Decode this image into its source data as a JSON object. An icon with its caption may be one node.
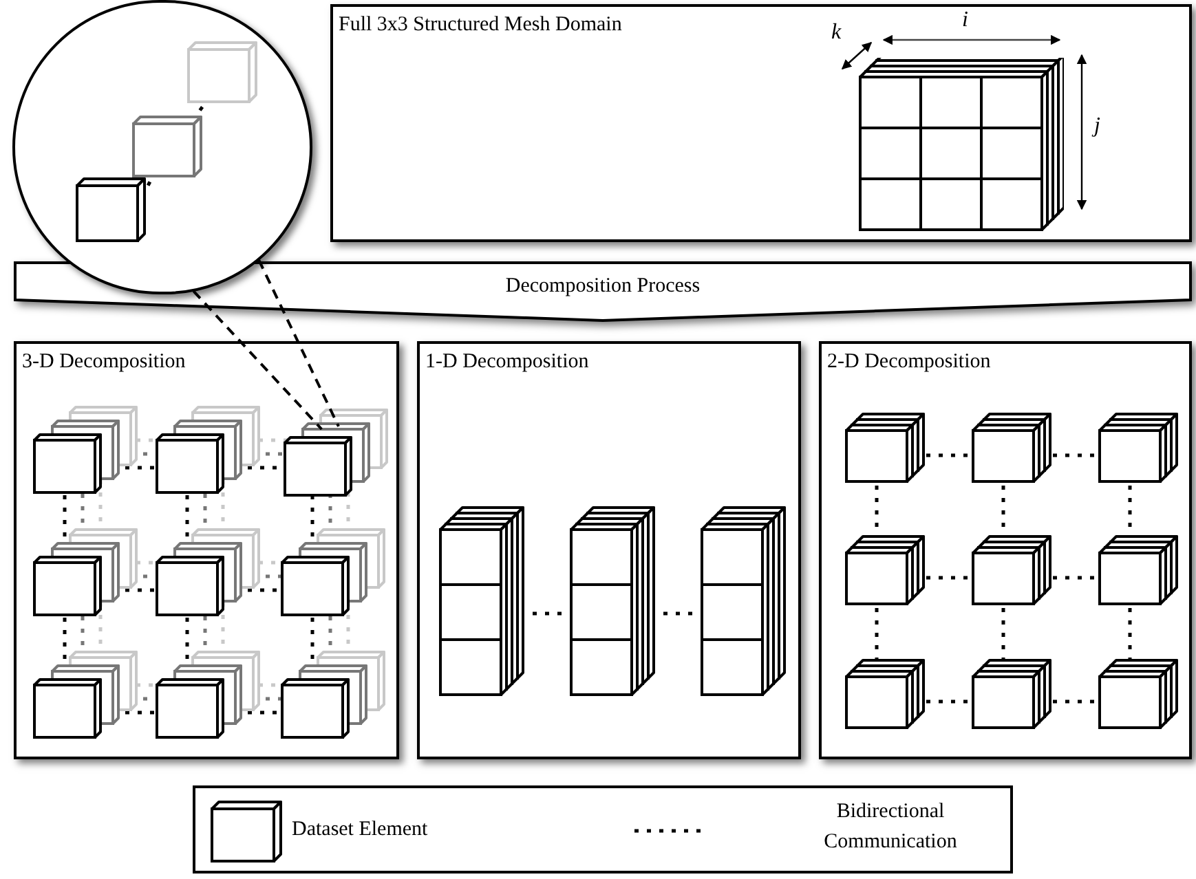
{
  "diagram": {
    "nodes": [
      {
        "text": [
          "Full 3x3 Structured Mesh Domain"
        ]
      },
      {
        "text": [
          "Decomposition Process"
        ]
      },
      {
        "text": [
          "3-D Decomposition"
        ]
      },
      {
        "text": [
          "1-D Decomposition"
        ]
      },
      {
        "text": [
          "2-D Decomposition"
        ]
      },
      {
        "text": [],
        "shape": "circle"
      },
      {
        "text": [],
        "shape": "box",
        "in": 2
      }
    ],
    "edges": [
      {
        "from": 5,
        "to": 6,
        "arrow": "none",
        "style": "dashed"
      },
      {
        "from": 5,
        "to": 6,
        "arrow": "none",
        "style": "dashed"
      }
    ],
    "labels": [
      "i",
      "j",
      "k"
    ],
    "legend": [
      {
        "text": "Dataset Element"
      },
      {
        "text": "Bidirectional Communication"
      }
    ]
  }
}
